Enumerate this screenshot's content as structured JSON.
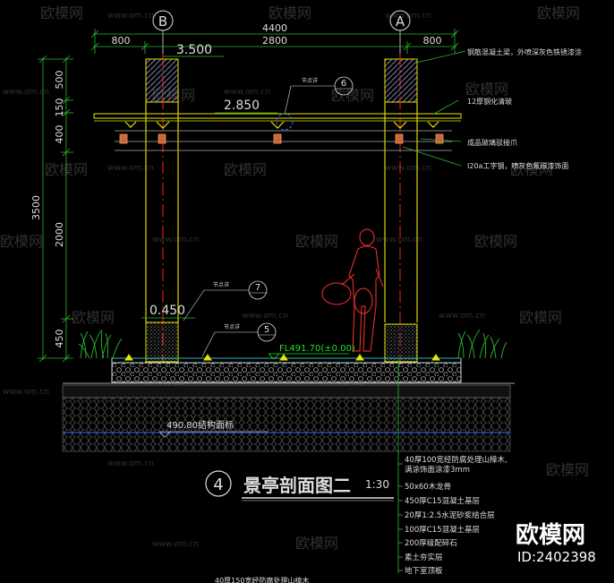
{
  "watermark": {
    "brand": "欧模网",
    "url": "www.om.cn",
    "corner_brand": "欧模网",
    "corner_id": "ID:2402398"
  },
  "grid_axes": {
    "left": "B",
    "right": "A"
  },
  "dimensions_top": {
    "total": "4400",
    "left": "800",
    "middle": "2800",
    "right": "800"
  },
  "dimensions_left": {
    "d500": "500",
    "d150": "150",
    "d400": "400",
    "d3500": "3500",
    "d2000": "2000",
    "d450": "450"
  },
  "elevations": {
    "top": "3.500",
    "beam": "2.850",
    "base": "0.450",
    "floor": "FL491.70(±0.00)"
  },
  "detail_callouts": [
    {
      "label": "节点详",
      "num": "6"
    },
    {
      "label": "节点详",
      "num": "7"
    },
    {
      "label": "节点详",
      "num": "5"
    }
  ],
  "annotations_right": {
    "a1": "钢筋混凝土梁，外喷深灰色铁锈漆涂",
    "a2": "12厚钢化清玻",
    "a3": "成品玻璃驳接爪",
    "a4": "I20a工字钢，喷灰色氟碳漆饰面"
  },
  "structure_base": "490.80结构面标",
  "layers": [
    "40厚100宽经防腐处理山樟木,",
    "满涂饰面涂漆3mm",
    "50x60木龙骨",
    "450厚C15混凝土基层",
    "20厚1:2.5水泥砂浆结合层",
    "100厚C15混凝土基层",
    "200厚级配碎石",
    "素土夯实层",
    "地下室顶板"
  ],
  "title": {
    "num": "4",
    "text": "景亭剖面图二",
    "scale": "1:30"
  },
  "bottom_note": "40厚150宽经防腐处理山樟木"
}
